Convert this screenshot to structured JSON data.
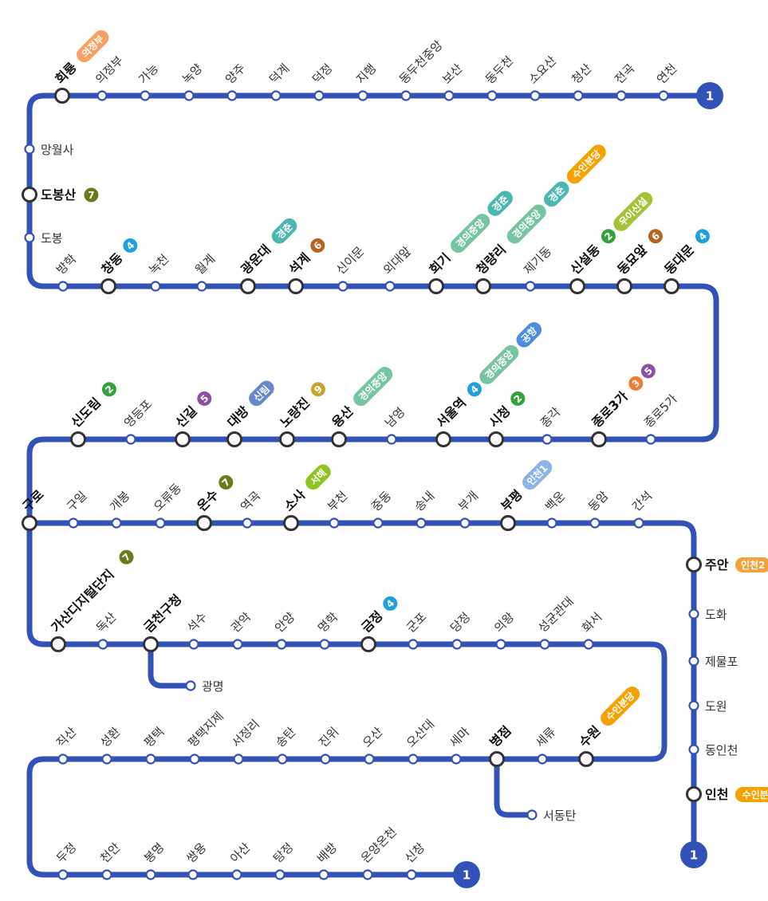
{
  "colors": {
    "line1": "#3352b8",
    "line2": "#33a23d",
    "line3": "#f07c33",
    "line4": "#1fa0dd",
    "line5": "#8b50a4",
    "line6": "#b5651d",
    "line7": "#6b7a1c",
    "line9": "#c9a332",
    "gyeongui": "#77c4a3",
    "gyeongchun": "#4cb7ae",
    "suinbundang": "#f5a200",
    "airport": "#4a8ee0",
    "uijeongbu": "#f6a064",
    "ui_sinseol": "#a4c339",
    "sillim": "#6789ca",
    "seohae": "#8fc31f",
    "incheon1": "#8cb4e4",
    "incheon2": "#f3a23a"
  },
  "line_name": "1",
  "stations": [
    {
      "id": "hoeryong",
      "name": "회룡",
      "major": true,
      "badges": [
        {
          "t": "의정부",
          "c": "uijeongbu",
          "shape": "pill"
        }
      ]
    },
    {
      "id": "uijeongbu",
      "name": "의정부"
    },
    {
      "id": "ganeung",
      "name": "가능"
    },
    {
      "id": "nogyang",
      "name": "녹양"
    },
    {
      "id": "yangju",
      "name": "양주"
    },
    {
      "id": "deokgye",
      "name": "덕계"
    },
    {
      "id": "deokjeong",
      "name": "덕정"
    },
    {
      "id": "jihaeng",
      "name": "지행"
    },
    {
      "id": "dongducheonjungang",
      "name": "동두천중앙"
    },
    {
      "id": "bosan",
      "name": "보산"
    },
    {
      "id": "dongducheon",
      "name": "동두천"
    },
    {
      "id": "soyosan",
      "name": "소요산"
    },
    {
      "id": "cheongsan",
      "name": "청산"
    },
    {
      "id": "jeongok",
      "name": "전곡"
    },
    {
      "id": "yeoncheon",
      "name": "연천"
    },
    {
      "id": "mangwolsa",
      "name": "망월사"
    },
    {
      "id": "dobongsan",
      "name": "도봉산",
      "major": true,
      "badges": [
        {
          "t": "7",
          "c": "line7",
          "shape": "circle"
        }
      ]
    },
    {
      "id": "dobong",
      "name": "도봉"
    },
    {
      "id": "banghak",
      "name": "방학"
    },
    {
      "id": "changdong",
      "name": "창동",
      "major": true,
      "badges": [
        {
          "t": "4",
          "c": "line4",
          "shape": "circle"
        }
      ]
    },
    {
      "id": "nokcheon",
      "name": "녹천"
    },
    {
      "id": "wolgye",
      "name": "월계"
    },
    {
      "id": "gwangwoondae",
      "name": "광운대",
      "major": true,
      "badges": [
        {
          "t": "경춘",
          "c": "gyeongchun",
          "shape": "pill"
        }
      ]
    },
    {
      "id": "seokgye",
      "name": "석계",
      "major": true,
      "badges": [
        {
          "t": "6",
          "c": "line6",
          "shape": "circle"
        }
      ]
    },
    {
      "id": "sinimun",
      "name": "신이문"
    },
    {
      "id": "oedae",
      "name": "외대앞"
    },
    {
      "id": "hoegi",
      "name": "회기",
      "major": true,
      "badges": [
        {
          "t": "경의중앙",
          "c": "gyeongui",
          "shape": "pill"
        },
        {
          "t": "경춘",
          "c": "gyeongchun",
          "shape": "pill"
        }
      ]
    },
    {
      "id": "cheongnyangni",
      "name": "청량리",
      "major": true,
      "badges": [
        {
          "t": "경의중앙",
          "c": "gyeongui",
          "shape": "pill"
        },
        {
          "t": "경춘",
          "c": "gyeongchun",
          "shape": "pill"
        },
        {
          "t": "수인분당",
          "c": "suinbundang",
          "shape": "pill"
        }
      ]
    },
    {
      "id": "jegi",
      "name": "제기동"
    },
    {
      "id": "sinseol",
      "name": "신설동",
      "major": true,
      "badges": [
        {
          "t": "2",
          "c": "line2",
          "shape": "circle"
        },
        {
          "t": "우이신설",
          "c": "ui_sinseol",
          "shape": "pill"
        }
      ]
    },
    {
      "id": "dongmyo",
      "name": "동묘앞",
      "major": true,
      "badges": [
        {
          "t": "6",
          "c": "line6",
          "shape": "circle"
        }
      ]
    },
    {
      "id": "dongdaemun",
      "name": "동대문",
      "major": true,
      "badges": [
        {
          "t": "4",
          "c": "line4",
          "shape": "circle"
        }
      ]
    },
    {
      "id": "sindorim",
      "name": "신도림",
      "major": true,
      "badges": [
        {
          "t": "2",
          "c": "line2",
          "shape": "circle"
        }
      ]
    },
    {
      "id": "yeongdeungpo",
      "name": "영등포"
    },
    {
      "id": "singil",
      "name": "신길",
      "major": true,
      "badges": [
        {
          "t": "5",
          "c": "line5",
          "shape": "circle"
        }
      ]
    },
    {
      "id": "daebang",
      "name": "대방",
      "major": true,
      "badges": [
        {
          "t": "신림",
          "c": "sillim",
          "shape": "pill"
        }
      ]
    },
    {
      "id": "noryangjin",
      "name": "노량진",
      "major": true,
      "badges": [
        {
          "t": "9",
          "c": "line9",
          "shape": "circle"
        }
      ]
    },
    {
      "id": "yongsan",
      "name": "용산",
      "major": true,
      "badges": [
        {
          "t": "경의중앙",
          "c": "gyeongui",
          "shape": "pill"
        }
      ]
    },
    {
      "id": "namyeong",
      "name": "남영"
    },
    {
      "id": "seoul",
      "name": "서울역",
      "major": true,
      "badges": [
        {
          "t": "4",
          "c": "line4",
          "shape": "circle"
        },
        {
          "t": "경의중앙",
          "c": "gyeongui",
          "shape": "pill"
        },
        {
          "t": "공항",
          "c": "airport",
          "shape": "pill"
        }
      ]
    },
    {
      "id": "cityhall",
      "name": "시청",
      "major": true,
      "badges": [
        {
          "t": "2",
          "c": "line2",
          "shape": "circle"
        }
      ]
    },
    {
      "id": "jonggak",
      "name": "종각"
    },
    {
      "id": "jongno3",
      "name": "종로3가",
      "major": true,
      "badges": [
        {
          "t": "3",
          "c": "line3",
          "shape": "circle"
        },
        {
          "t": "5",
          "c": "line5",
          "shape": "circle"
        }
      ]
    },
    {
      "id": "jongno5",
      "name": "종로5가"
    },
    {
      "id": "guro",
      "name": "구로",
      "major": true
    },
    {
      "id": "guil",
      "name": "구일"
    },
    {
      "id": "gaebong",
      "name": "개봉"
    },
    {
      "id": "oryu",
      "name": "오류동"
    },
    {
      "id": "onsu",
      "name": "온수",
      "major": true,
      "badges": [
        {
          "t": "7",
          "c": "line7",
          "shape": "circle"
        }
      ]
    },
    {
      "id": "yeokgok",
      "name": "역곡"
    },
    {
      "id": "sosa",
      "name": "소사",
      "major": true,
      "badges": [
        {
          "t": "서해",
          "c": "seohae",
          "shape": "pill"
        }
      ]
    },
    {
      "id": "bucheon",
      "name": "부천"
    },
    {
      "id": "jungdong",
      "name": "중동"
    },
    {
      "id": "songnae",
      "name": "송내"
    },
    {
      "id": "bugae",
      "name": "부개"
    },
    {
      "id": "bupyeong",
      "name": "부평",
      "major": true,
      "badges": [
        {
          "t": "인천1",
          "c": "incheon1",
          "shape": "pill"
        }
      ]
    },
    {
      "id": "baegun",
      "name": "백운"
    },
    {
      "id": "dongam",
      "name": "동암"
    },
    {
      "id": "ganseok",
      "name": "간석"
    },
    {
      "id": "juan",
      "name": "주안",
      "major": true,
      "badges": [
        {
          "t": "인천2",
          "c": "incheon2",
          "shape": "pill"
        }
      ]
    },
    {
      "id": "dohwa",
      "name": "도화"
    },
    {
      "id": "jemulpo",
      "name": "제물포"
    },
    {
      "id": "dowon",
      "name": "도원"
    },
    {
      "id": "dongincheon",
      "name": "동인천"
    },
    {
      "id": "incheon",
      "name": "인천",
      "major": true,
      "badges": [
        {
          "t": "수인분당",
          "c": "suinbundang",
          "shape": "pill"
        }
      ]
    },
    {
      "id": "gasan",
      "name": "가산디지털단지",
      "major": true,
      "badges": [
        {
          "t": "7",
          "c": "line7",
          "shape": "circle"
        }
      ]
    },
    {
      "id": "doksan",
      "name": "독산"
    },
    {
      "id": "geumcheon",
      "name": "금천구청",
      "major": true
    },
    {
      "id": "gwangmyeong",
      "name": "광명"
    },
    {
      "id": "seoksu",
      "name": "석수"
    },
    {
      "id": "gwanak",
      "name": "관악"
    },
    {
      "id": "anyang",
      "name": "안양"
    },
    {
      "id": "myeonghak",
      "name": "명학"
    },
    {
      "id": "geumjeong",
      "name": "금정",
      "major": true,
      "badges": [
        {
          "t": "4",
          "c": "line4",
          "shape": "circle"
        }
      ]
    },
    {
      "id": "gunpo",
      "name": "군포"
    },
    {
      "id": "dangjeong",
      "name": "당정"
    },
    {
      "id": "uiwang",
      "name": "의왕"
    },
    {
      "id": "sungkyunkwan",
      "name": "성균관대"
    },
    {
      "id": "hwaseo",
      "name": "화서"
    },
    {
      "id": "jiksan",
      "name": "직산"
    },
    {
      "id": "seonghwan",
      "name": "성환"
    },
    {
      "id": "pyeongtaek",
      "name": "평택"
    },
    {
      "id": "pyeongtaekjije",
      "name": "평택지제"
    },
    {
      "id": "seojeongni",
      "name": "서정리"
    },
    {
      "id": "songtan",
      "name": "송탄"
    },
    {
      "id": "jinwi",
      "name": "진위"
    },
    {
      "id": "osan",
      "name": "오산"
    },
    {
      "id": "osandae",
      "name": "오산대"
    },
    {
      "id": "sema",
      "name": "세마"
    },
    {
      "id": "byeongjeom",
      "name": "병점",
      "major": true
    },
    {
      "id": "seoryu",
      "name": "세류"
    },
    {
      "id": "suwon",
      "name": "수원",
      "major": true,
      "badges": [
        {
          "t": "수인분당",
          "c": "suinbundang",
          "shape": "pill"
        }
      ]
    },
    {
      "id": "seodongtan",
      "name": "서동탄"
    },
    {
      "id": "dujeong",
      "name": "두정"
    },
    {
      "id": "cheonan",
      "name": "천안"
    },
    {
      "id": "bongmyeong",
      "name": "봉명"
    },
    {
      "id": "ssangyong",
      "name": "쌍용"
    },
    {
      "id": "asan",
      "name": "아산"
    },
    {
      "id": "tangjeong",
      "name": "탕정"
    },
    {
      "id": "baebang",
      "name": "배방"
    },
    {
      "id": "onyang",
      "name": "온양온천"
    },
    {
      "id": "sinchang",
      "name": "신창"
    }
  ]
}
